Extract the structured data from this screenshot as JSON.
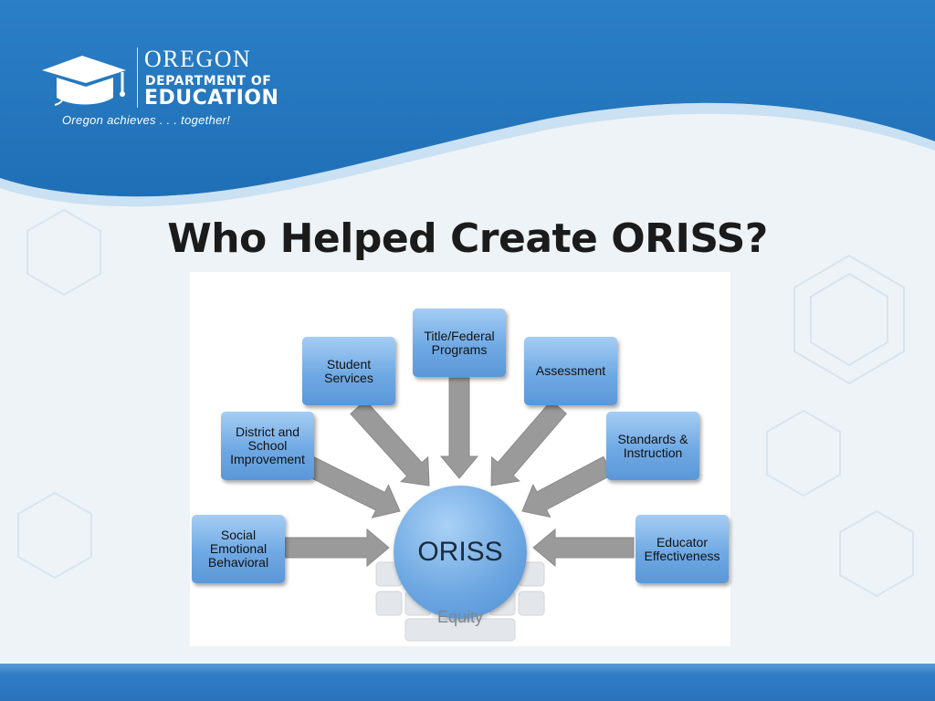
{
  "branding": {
    "org_line1": "OREGON",
    "org_line2": "DEPARTMENT OF",
    "org_line3": "EDUCATION",
    "tagline": "Oregon achieves . . . together!",
    "logo_icon": "oregon-map-graduation-cap-icon"
  },
  "slide": {
    "title": "Who Helped Create ORISS?"
  },
  "diagram": {
    "center": {
      "label": "ORISS"
    },
    "base": {
      "label": "Equity"
    },
    "nodes": [
      {
        "id": "social-emotional-behavioral",
        "lines": [
          "Social",
          "Emotional",
          "Behavioral"
        ]
      },
      {
        "id": "district-school-improvement",
        "lines": [
          "District and",
          "School",
          "Improvement"
        ]
      },
      {
        "id": "student-services",
        "lines": [
          "Student",
          "Services"
        ]
      },
      {
        "id": "title-federal-programs",
        "lines": [
          "Title/Federal",
          "Programs"
        ]
      },
      {
        "id": "assessment",
        "lines": [
          "Assessment"
        ]
      },
      {
        "id": "standards-instruction",
        "lines": [
          "Standards &",
          "Instruction"
        ]
      },
      {
        "id": "educator-effectiveness",
        "lines": [
          "Educator",
          "Effectiveness"
        ]
      }
    ],
    "colors": {
      "box_fill": "#6fa9e4",
      "arrow_fill": "#9a9a9a",
      "header_blue": "#2277c0"
    }
  }
}
